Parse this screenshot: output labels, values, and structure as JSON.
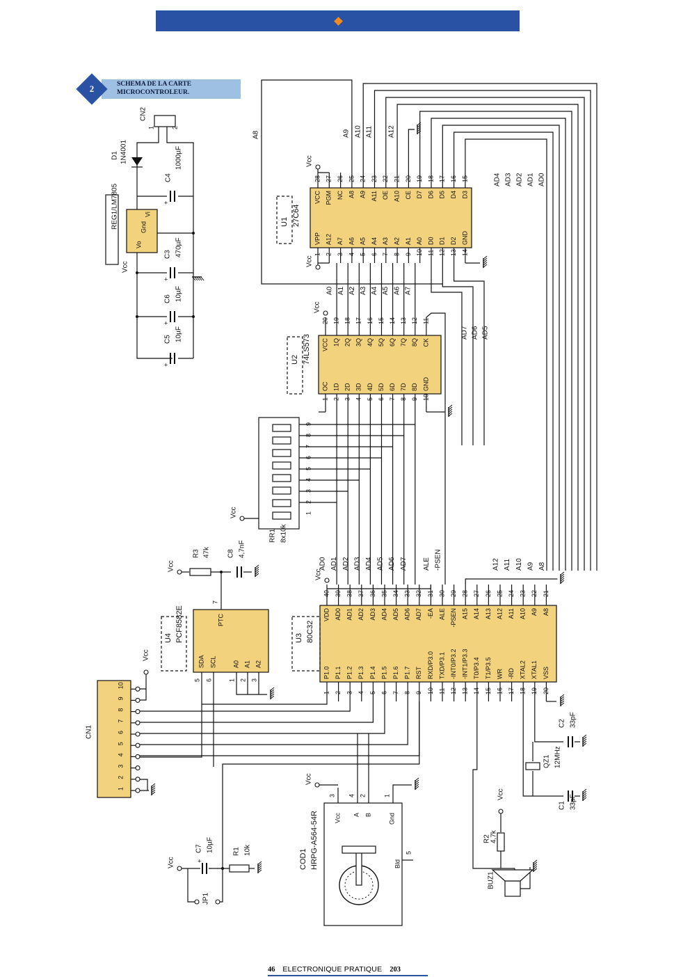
{
  "header": {
    "bar_color": "#2a52a4",
    "diamond_color": "#f28a1e"
  },
  "figure": {
    "number": "2",
    "title_line1": "SCHEMA DE LA CARTE",
    "title_line2": "MICROCONTROLEUR."
  },
  "colors": {
    "chip_fill": "#f2d27c",
    "wire": "#111111",
    "badge_bg": "#9ec0e2"
  },
  "components": {
    "cn2": {
      "ref": "CN2",
      "pin1": "1",
      "pin2": "2"
    },
    "d1": {
      "ref": "D1",
      "value": "1N4001"
    },
    "c4": {
      "ref": "C4",
      "value": "1000µF"
    },
    "reg1": {
      "ref": "REG1/LM7805",
      "vi": "Vi",
      "gnd": "Gnd",
      "vo": "Vo"
    },
    "c3": {
      "ref": "C3",
      "value": "470µF"
    },
    "c6": {
      "ref": "C6",
      "value": "10µF"
    },
    "c5": {
      "ref": "C5",
      "value": "10µF"
    },
    "vcc": "Vcc",
    "a8_net": "A8",
    "u1": {
      "ref": "U1",
      "part": "27C64",
      "top_pins": [
        "VCC",
        "PGM",
        "NC",
        "A8",
        "A9",
        "A11",
        "OE",
        "A10",
        "CE",
        "D7",
        "D6",
        "D5",
        "D4",
        "D3"
      ],
      "top_nums": [
        "28",
        "27",
        "26",
        "25",
        "24",
        "23",
        "22",
        "21",
        "20",
        "19",
        "18",
        "17",
        "16",
        "15"
      ],
      "bottom_pins": [
        "VPP",
        "A12",
        "A7",
        "A6",
        "A5",
        "A4",
        "A3",
        "A2",
        "A1",
        "A0",
        "D0",
        "D1",
        "D2",
        "GND"
      ],
      "bottom_nums": [
        "1",
        "2",
        "3",
        "4",
        "5",
        "6",
        "7",
        "8",
        "9",
        "10",
        "11",
        "12",
        "13",
        "14"
      ],
      "top_nets": [
        "A9",
        "A10",
        "A11",
        "A12"
      ],
      "bottom_nets": [
        "A0",
        "A1",
        "A2",
        "A3",
        "A4",
        "A5",
        "A6",
        "A7"
      ],
      "right_nets": [
        "AD4",
        "AD3",
        "AD2",
        "AD1",
        "AD0"
      ]
    },
    "u2": {
      "ref": "U2",
      "part": "74LS573",
      "top_pins": [
        "VCC",
        "1Q",
        "2Q",
        "3Q",
        "4Q",
        "5Q",
        "6Q",
        "7Q",
        "8Q",
        "CK"
      ],
      "top_nums": [
        "20",
        "19",
        "18",
        "17",
        "16",
        "15",
        "14",
        "13",
        "12",
        "11"
      ],
      "bottom_pins": [
        "OC",
        "1D",
        "2D",
        "3D",
        "4D",
        "5D",
        "6D",
        "7D",
        "8D",
        "GND"
      ],
      "bottom_nums": [
        "1",
        "2",
        "3",
        "4",
        "5",
        "6",
        "7",
        "8",
        "9",
        "10"
      ],
      "right_nets": [
        "AD7",
        "AD6",
        "AD5"
      ]
    },
    "rr1": {
      "ref": "RR1",
      "value": "8x10k",
      "pins": [
        "1",
        "2",
        "3",
        "4",
        "5",
        "6",
        "7",
        "8",
        "9"
      ]
    },
    "r3": {
      "ref": "R3",
      "value": "47k"
    },
    "c8": {
      "ref": "C8",
      "value": "4,7nF"
    },
    "u4": {
      "ref": "U4",
      "part": "PCF8582E",
      "pins": [
        "SDA",
        "SCL",
        "A0",
        "A1",
        "A2",
        "PTC"
      ],
      "nums": [
        "5",
        "6",
        "1",
        "2",
        "3",
        "7"
      ]
    },
    "u3": {
      "ref": "U3",
      "part": "80C32",
      "top_pins": [
        "VDD",
        "AD0",
        "AD1",
        "AD2",
        "AD3",
        "AD4",
        "AD5",
        "AD6",
        "AD7",
        "-EA",
        "ALE",
        "-PSEN",
        "A15",
        "A14",
        "A13",
        "A12",
        "A11",
        "A10",
        "A9",
        "A8"
      ],
      "top_nums": [
        "40",
        "39",
        "38",
        "37",
        "36",
        "35",
        "34",
        "33",
        "32",
        "31",
        "30",
        "29",
        "28",
        "27",
        "26",
        "25",
        "24",
        "23",
        "22",
        "21"
      ],
      "bottom_pins": [
        "P1.0",
        "P1.1",
        "P1.2",
        "P1.3",
        "P1.4",
        "P1.5",
        "P1.6",
        "P1.7",
        "RST",
        "RXD/P3.0",
        "TXD/P3.1",
        "-INT0/P3.2",
        "-INT1/P3.3",
        "T0/P3.4",
        "T1/P3.5",
        "WR",
        "-RD",
        "XTAL2",
        "XTAL1",
        "VSS"
      ],
      "bottom_nums": [
        "1",
        "2",
        "3",
        "4",
        "5",
        "6",
        "7",
        "8",
        "9",
        "10",
        "11",
        "12",
        "13",
        "14",
        "15",
        "16",
        "17",
        "18",
        "19",
        "20"
      ],
      "top_nets": [
        "AD0",
        "AD1",
        "AD2",
        "AD3",
        "AD4",
        "AD5",
        "AD6",
        "AD7",
        "",
        "ALE",
        "-PSEN",
        "",
        "",
        "",
        "",
        "A12",
        "A11",
        "A10",
        "A9",
        "A8"
      ]
    },
    "cn1": {
      "ref": "CN1",
      "pins": [
        "1",
        "2",
        "3",
        "4",
        "5",
        "6",
        "7",
        "8",
        "9",
        "10"
      ]
    },
    "c2": {
      "ref": "C2",
      "value": "33pF"
    },
    "qz1": {
      "ref": "QZ1",
      "value": "12MHz"
    },
    "c1": {
      "ref": "C1",
      "value": "33pF"
    },
    "cod1": {
      "ref": "COD1",
      "part": "HRPG-A564-54R",
      "vcc": "Vcc",
      "a": "A",
      "b": "B",
      "gnd": "Gnd",
      "bld": "Bld",
      "pins": [
        "3",
        "4",
        "2",
        "1",
        "5"
      ]
    },
    "c7": {
      "ref": "C7",
      "value": "10µF"
    },
    "r1": {
      "ref": "R1",
      "value": "10k"
    },
    "jp1": {
      "ref": "JP1"
    },
    "r2": {
      "ref": "R2",
      "value": "4,7k"
    },
    "buz1": {
      "ref": "BUZ1"
    }
  },
  "footer": {
    "page": "46",
    "magazine": "ELECTRONIQUE PRATIQUE",
    "issue": "203"
  }
}
